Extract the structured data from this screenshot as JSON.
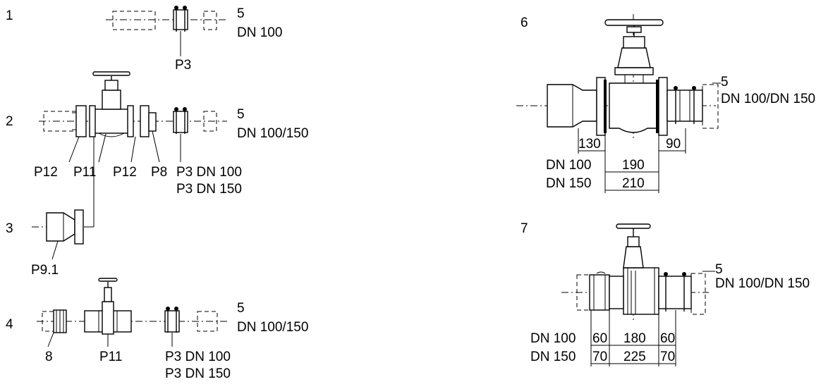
{
  "diagram_1": {
    "row_number": "1",
    "label_5": "5",
    "label_dn": "DN 100",
    "label_p3": "P3"
  },
  "diagram_2": {
    "row_number": "2",
    "label_5": "5",
    "label_dn": "DN 100/150",
    "label_p12_left": "P12",
    "label_p11": "P11",
    "label_p12_right": "P12",
    "label_p8": "P8",
    "label_p3_100": "P3 DN 100",
    "label_p3_150": "P3 DN 150"
  },
  "diagram_3": {
    "row_number": "3",
    "label_p91": "P9.1"
  },
  "diagram_4": {
    "row_number": "4",
    "label_5": "5",
    "label_dn": "DN 100/150",
    "label_8": "8",
    "label_p11": "P11",
    "label_p3_100": "P3 DN 100",
    "label_p3_150": "P3 DN 150"
  },
  "diagram_6": {
    "row_number": "6",
    "label_5": "5",
    "label_dn": "DN 100/DN 150",
    "dim_130": "130",
    "dim_90": "90",
    "dn_100": "DN 100",
    "dim_190": "190",
    "dn_150": "DN 150",
    "dim_210": "210"
  },
  "diagram_7": {
    "row_number": "7",
    "label_5": "5",
    "label_dn": "DN 100/DN 150",
    "dn_100": "DN 100",
    "dim_60_left": "60",
    "dim_180": "180",
    "dim_60_right": "60",
    "dn_150": "DN 150",
    "dim_70_left": "70",
    "dim_225": "225",
    "dim_70_right": "70"
  }
}
